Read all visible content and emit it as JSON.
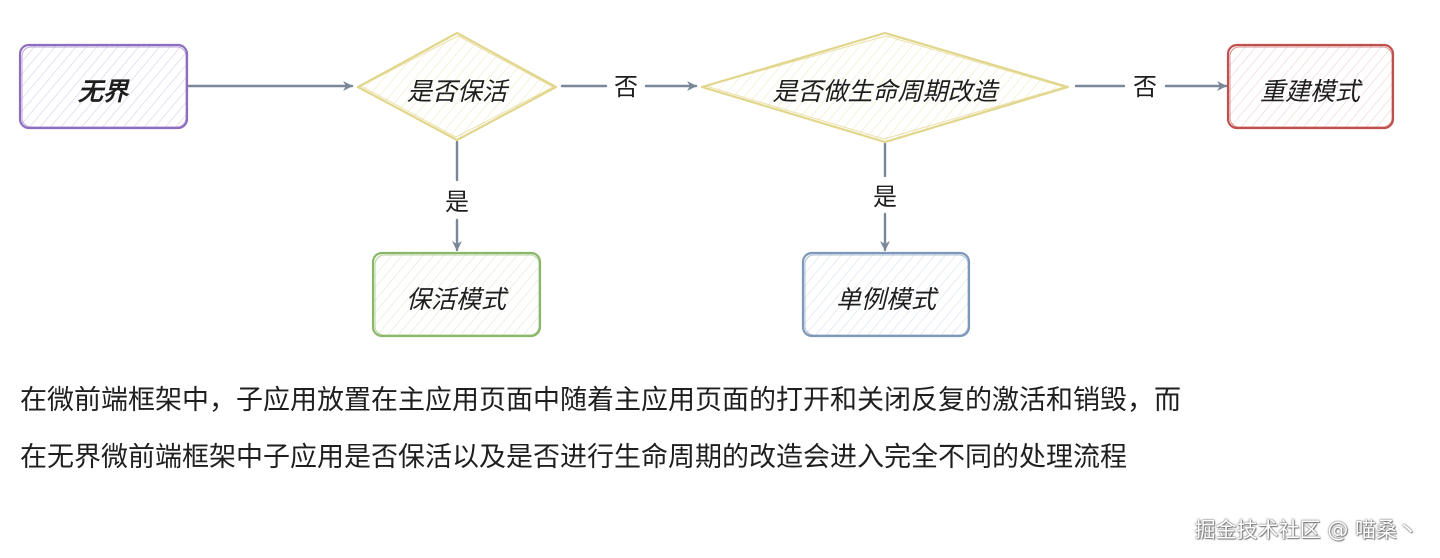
{
  "nodes": {
    "wujie": "无界",
    "keep_alive_decision": "是否保活",
    "lifecycle_decision": "是否做生命周期改造",
    "rebuild_mode": "重建模式",
    "keep_alive_mode": "保活模式",
    "singleton_mode": "单例模式"
  },
  "edges": {
    "no_1": "否",
    "no_2": "否",
    "yes_1": "是",
    "yes_2": "是"
  },
  "paragraph": {
    "line1": "在微前端框架中，子应用放置在主应用页面中随着主应用页面的打开和关闭反复的激活和销毁，而",
    "line2": "在无界微前端框架中子应用是否保活以及是否进行生命周期的改造会进入完全不同的处理流程"
  },
  "watermark": "掘金技术社区 @ 喵桑丶",
  "colors": {
    "purple": "#8e6cc0",
    "yellow": "#e2d68c",
    "red": "#c0504d",
    "green": "#8ab76a",
    "blue": "#7d98b8",
    "arrow": "#7a8799"
  }
}
